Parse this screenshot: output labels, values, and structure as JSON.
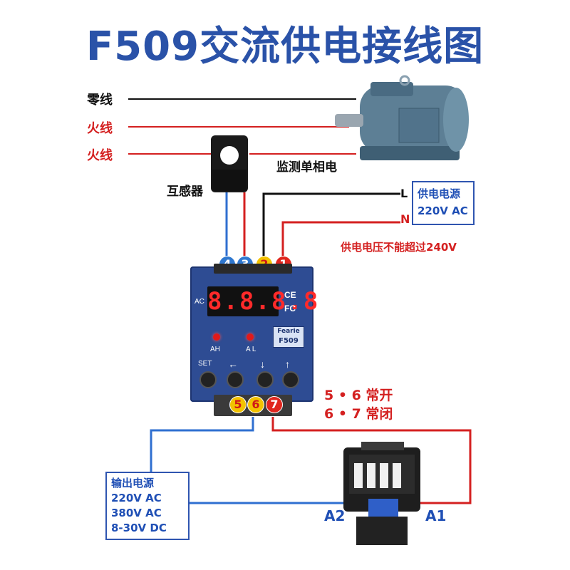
{
  "title": "F509交流供电接线图",
  "lines": {
    "neutral": "零线",
    "live1": "火线",
    "live2": "火线"
  },
  "labels": {
    "monitor": "监测单相电",
    "transformer": "互感器",
    "L": "L",
    "N": "N",
    "voltage_warning": "供电电压不能超过240V",
    "contact_no": "5 • 6 常开",
    "contact_nc": "6 • 7 常闭",
    "A1": "A1",
    "A2": "A2"
  },
  "power_supply": {
    "line1": "供电电源",
    "line2": "220V AC"
  },
  "output_supply": {
    "line1": "输出电源",
    "line2": "220V AC",
    "line3": "380V AC",
    "line4": "8-30V DC"
  },
  "terminals_top": [
    "4",
    "3",
    "2",
    "1"
  ],
  "terminals_bottom": [
    "5",
    "6",
    "7"
  ],
  "controller": {
    "display": "8.8.8.8",
    "ac": "AC",
    "ce": "CE",
    "fc": "FC",
    "led_ah": "AH",
    "led_al": "A L",
    "brand": "Fearie",
    "model": "F509",
    "set": "SET",
    "btn_left": "←",
    "btn_down": "↓",
    "btn_up": "↑"
  },
  "colors": {
    "title": "#2a52a8",
    "live_wire": "#d42020",
    "neutral_wire": "#111111",
    "blue_wire": "#2f6fd0",
    "controller": "#2e4c93"
  }
}
